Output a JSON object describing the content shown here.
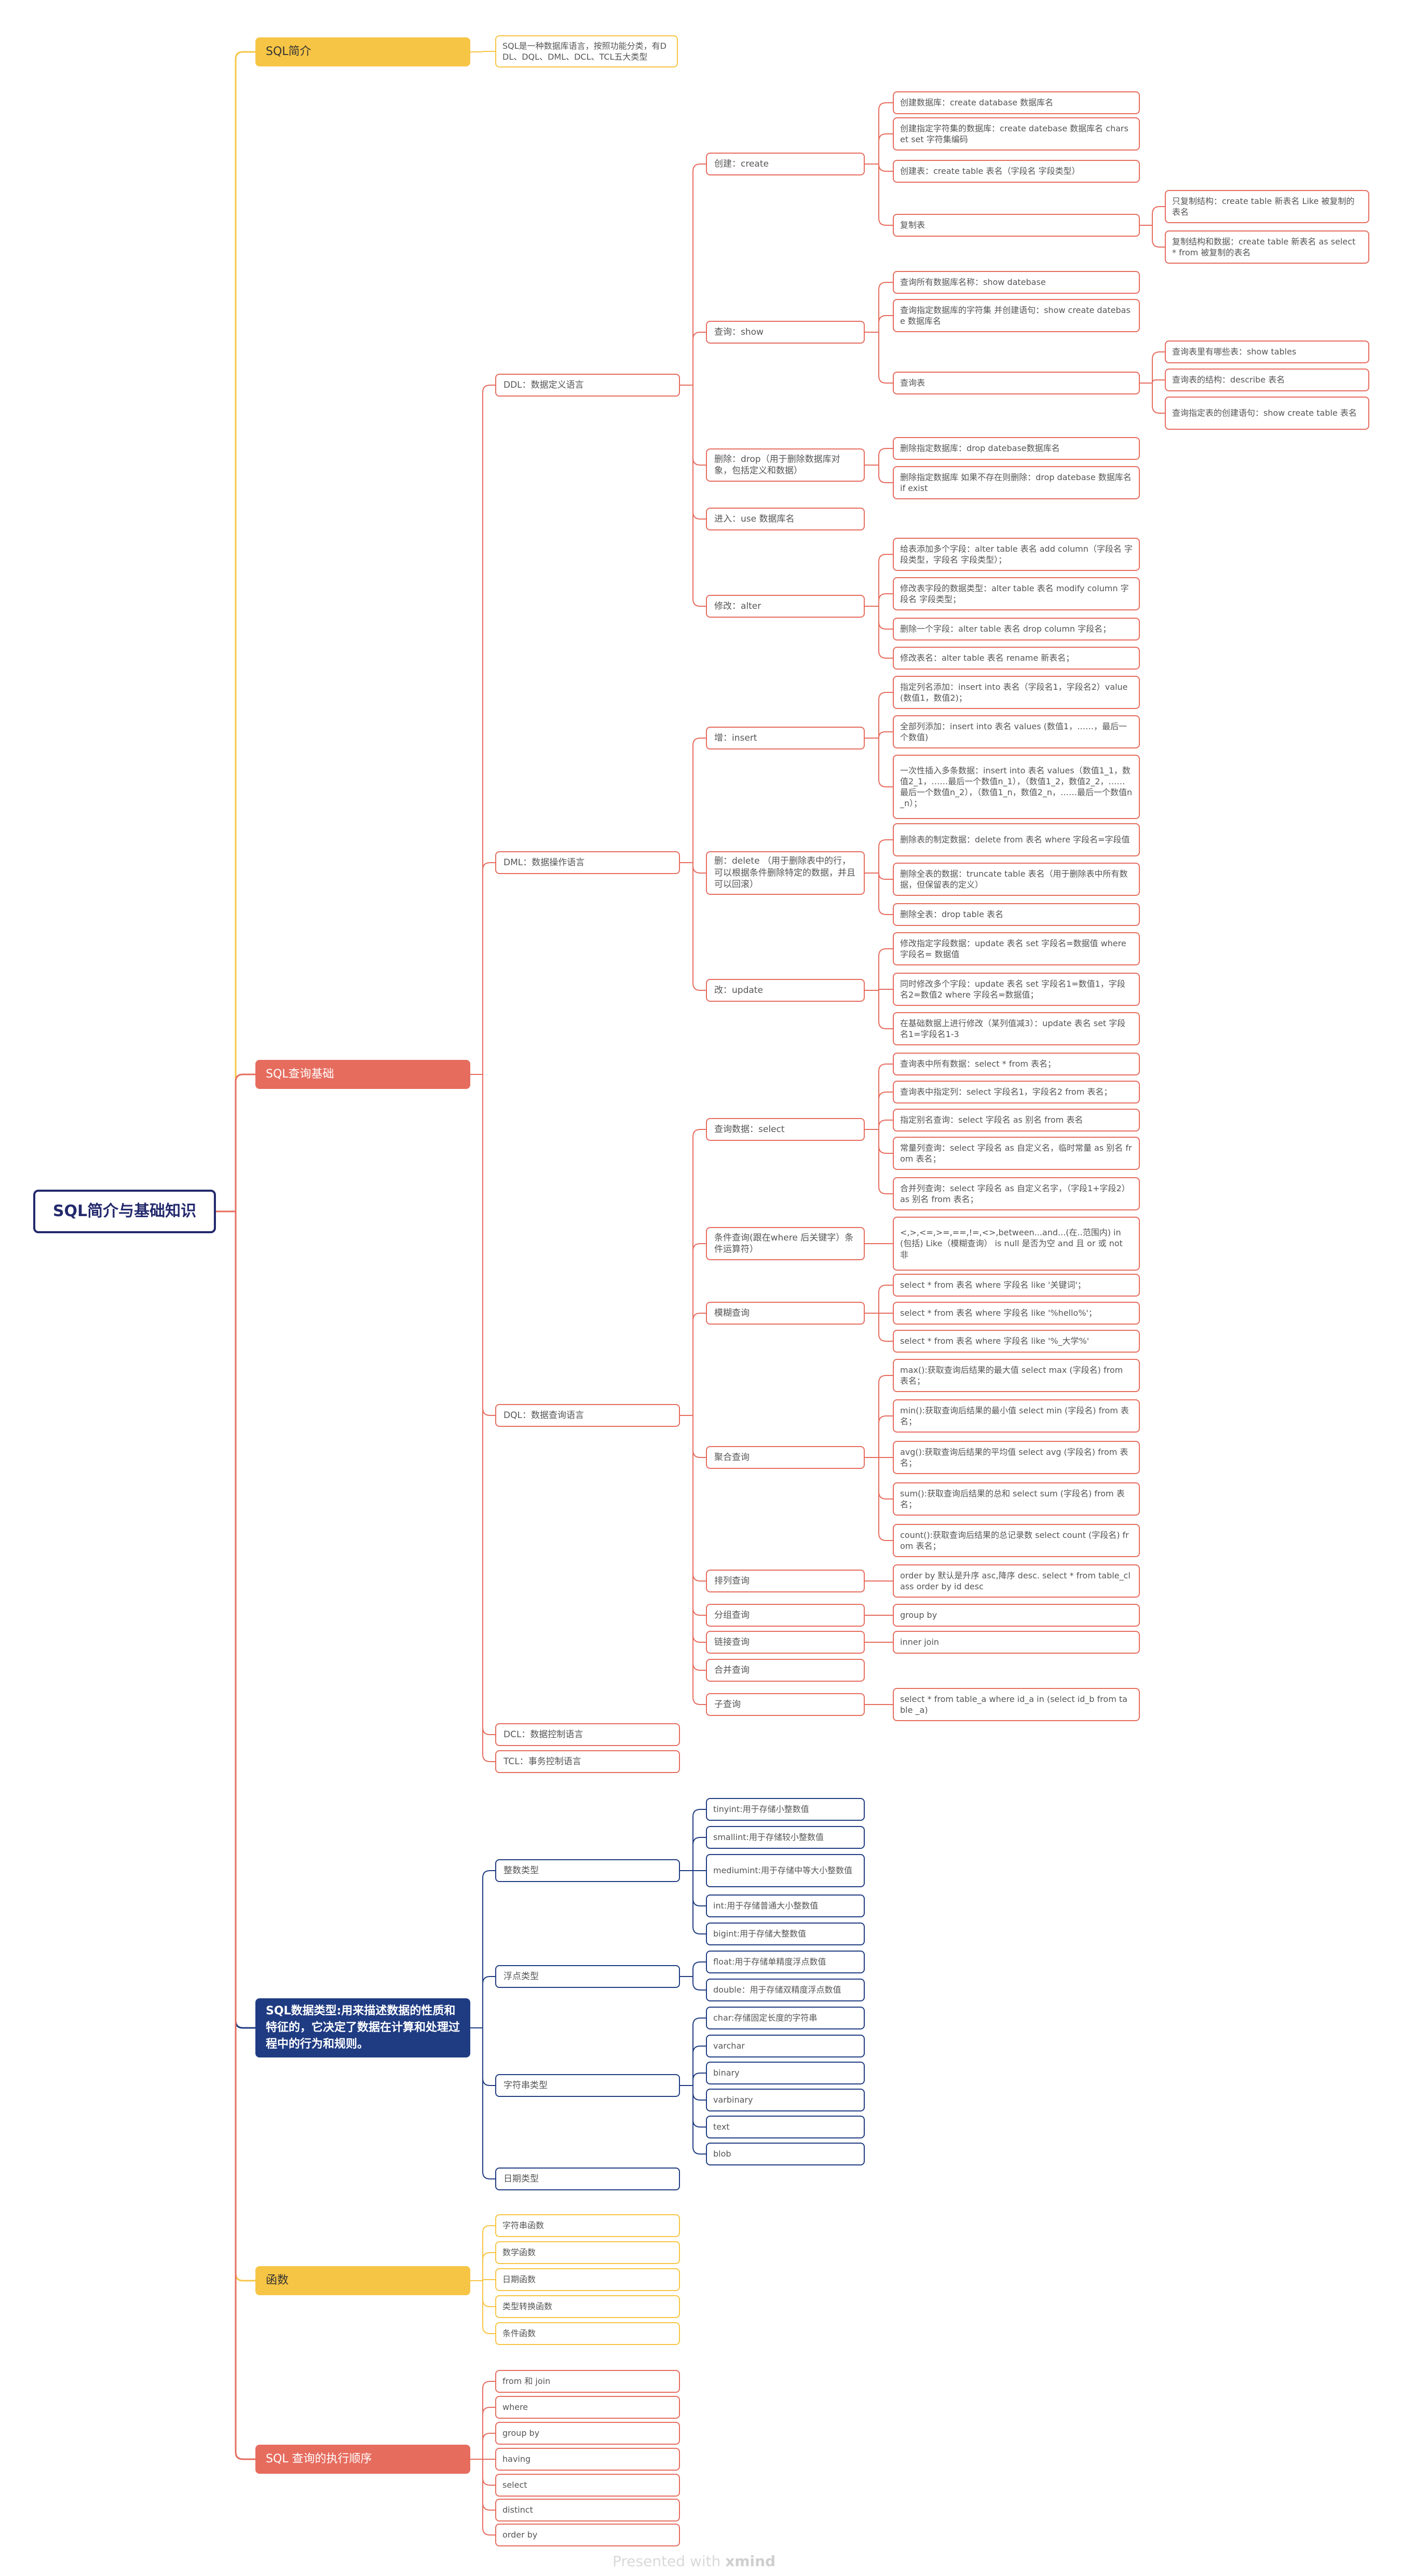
{
  "colors": {
    "root": "#23296c",
    "red": "#e66c5e",
    "yellow": "#f7c545",
    "blue": "#1f3b82"
  },
  "root": {
    "text": "SQL简介与基础知识"
  },
  "branches": [
    {
      "text": "SQL简介",
      "color": "yellow"
    },
    {
      "text": "SQL查询基础",
      "color": "red"
    },
    {
      "text": "SQL数据类型:用来描述数据的性质和特征的，它决定了数据在计算和处理过程中的行为和规则。",
      "color": "blue"
    },
    {
      "text": "函数",
      "color": "yellow"
    },
    {
      "text": "SQL 查询的执行顺序",
      "color": "red"
    }
  ],
  "intro": {
    "text": "SQL是一种数据库语言，按照功能分类，有DDL、DQL、DML、DCL、TCL五大类型"
  },
  "ddl": {
    "text": "DDL：数据定义语言",
    "create": {
      "text": "创建：create",
      "items": [
        "创建数据库：create database 数据库名",
        "创建指定字符集的数据库：create datebase 数据库名 charset set 字符集编码",
        "创建表：create table 表名（字段名 字段类型）",
        "复制表"
      ],
      "copy": [
        "只复制结构：create table 新表名 Like 被复制的表名",
        "复制结构和数据：create table 新表名 as select * from 被复制的表名"
      ]
    },
    "show": {
      "text": "查询：show",
      "items": [
        "查询所有数据库名称：show datebase",
        "查询指定数据库的字符集 并创建语句：show create datebase 数据库名",
        "查询表"
      ],
      "table": [
        "查询表里有哪些表：show tables",
        "查询表的结构：describe 表名",
        "查询指定表的创建语句：show create table 表名"
      ]
    },
    "drop": {
      "text": "删除：drop（用于删除数据库对象，包括定义和数据）",
      "items": [
        "删除指定数据库：drop datebase数据库名",
        "删除指定数据库 如果不存在则删除：drop datebase 数据库名 if exist"
      ]
    },
    "use": {
      "text": "进入：use 数据库名"
    },
    "alter": {
      "text": "修改：alter",
      "items": [
        "给表添加多个字段：alter table 表名 add column（字段名 字段类型，字段名 字段类型）；",
        "修改表字段的数据类型：alter table 表名 modify column 字段名 字段类型；",
        "删除一个字段：alter table 表名 drop column 字段名；",
        "修改表名：alter table 表名 rename 新表名；"
      ]
    }
  },
  "dml": {
    "text": "DML：数据操作语言",
    "insert": {
      "text": "增：insert",
      "items": [
        "指定列名添加：insert into 表名（字段名1，字段名2）value(数值1，数值2)；",
        "全部列添加：insert into 表名 values (数值1，……，最后一个数值)",
        "一次性插入多条数据：insert into 表名 values（数值1_1，数值2_1，……最后一个数值n_1），（数值1_2，数值2_2，……最后一个数值n_2），（数值1_n，数值2_n，……最后一个数值n_n）；"
      ]
    },
    "delete": {
      "text": "删：delete （用于删除表中的行，可以根据条件删除特定的数据，并且可以回滚）",
      "items": [
        "删除表的制定数据：delete from 表名 where 字段名=字段值",
        "删除全表的数据：truncate table 表名（用于删除表中所有数据，但保留表的定义）",
        "删除全表：drop table 表名"
      ]
    },
    "update": {
      "text": "改：update",
      "items": [
        "修改指定字段数据：update 表名 set 字段名=数据值 where 字段名= 数据值",
        "同时修改多个字段：update 表名 set 字段名1=数值1，字段名2=数值2 where 字段名=数据值；",
        "在基础数据上进行修改（某列值减3）：update 表名 set 字段名1=字段名1-3"
      ]
    }
  },
  "dql": {
    "text": "DQL：数据查询语言",
    "select": {
      "text": "查询数据：select",
      "items": [
        "查询表中所有数据：select * from 表名；",
        "查询表中指定列：select 字段名1，字段名2 from 表名；",
        "指定别名查询：select 字段名 as 别名 from 表名",
        "常量列查询：select 字段名 as 自定义名，临时常量 as 别名 from 表名；",
        "合并列查询：select 字段名 as 自定义名字，（字段1+字段2）as 别名 from 表名；"
      ]
    },
    "where": {
      "text": "条件查询(跟在where 后关键字）条件运算符）",
      "items": [
        "<,>,<=,>=,==,!=,<>,between...and...(在..范围内) in (包括) Like（模糊查询） is null 是否为空 and 且 or 或 not 非"
      ]
    },
    "like": {
      "text": "模糊查询",
      "items": [
        "select * from 表名 where 字段名 like '关键词'；",
        "select * from 表名 where 字段名 like '%hello%'；",
        "select * from 表名 where 字段名 like '%_大学%'"
      ]
    },
    "agg": {
      "text": "聚合查询",
      "items": [
        "max():获取查询后结果的最大值  select max (字段名) from 表名；",
        "min():获取查询后结果的最小值  select min (字段名) from 表名；",
        "avg():获取查询后结果的平均值  select avg (字段名) from 表名；",
        "sum():获取查询后结果的总和  select sum (字段名) from 表名；",
        "count():获取查询后结果的总记录数  select count (字段名) from 表名；"
      ]
    },
    "order": {
      "text": "排列查询",
      "items": [
        "order by 默认是升序 asc,降序 desc.  select * from table_class order by id desc"
      ]
    },
    "group": {
      "text": "分组查询",
      "items": [
        "group by"
      ]
    },
    "join": {
      "text": "链接查询",
      "items": [
        "inner join"
      ]
    },
    "union": {
      "text": "合并查询"
    },
    "sub": {
      "text": "子查询",
      "items": [
        "select * from table_a where id_a in (select id_b from table _a)"
      ]
    }
  },
  "dcl": {
    "text": "DCL：数据控制语言"
  },
  "tcl": {
    "text": "TCL：事务控制语言"
  },
  "types": {
    "int": {
      "text": "整数类型",
      "items": [
        "tinyint:用于存储小整数值",
        "smallint:用于存储较小整数值",
        "mediumint:用于存储中等大小整数值",
        "int:用于存储普通大小整数值",
        "bigint:用于存储大整数值"
      ]
    },
    "float": {
      "text": "浮点类型",
      "items": [
        "float:用于存储单精度浮点数值",
        "double：用于存储双精度浮点数值"
      ]
    },
    "str": {
      "text": "字符串类型",
      "items": [
        "char:存储固定长度的字符串",
        "varchar",
        "binary",
        "varbinary",
        "text",
        "blob"
      ]
    },
    "date": {
      "text": "日期类型"
    }
  },
  "functions": [
    "字符串函数",
    "数学函数",
    "日期函数",
    "类型转换函数",
    "条件函数"
  ],
  "order_steps": [
    "from 和 join",
    "where",
    "group by",
    "having",
    "select",
    "distinct",
    "order by"
  ],
  "watermark": {
    "prefix": "Presented with",
    "brand": "xmind"
  }
}
